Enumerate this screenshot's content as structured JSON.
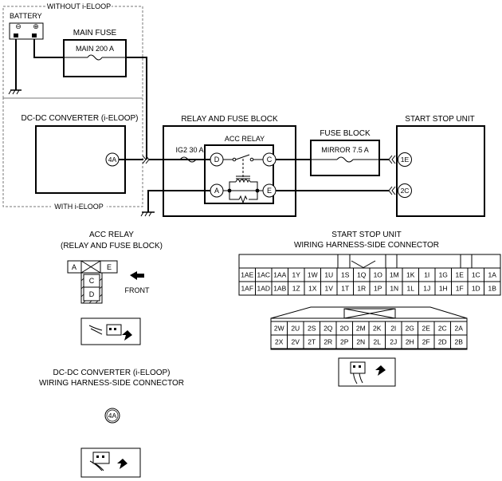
{
  "groups": {
    "without_ieloop": "WITHOUT i-ELOOP",
    "with_ieloop": "WITH i-ELOOP"
  },
  "battery": {
    "label": "BATTERY",
    "neg": "⊖",
    "pos": "⊕"
  },
  "main_fuse": {
    "title": "MAIN FUSE",
    "inner": "MAIN 200 A"
  },
  "dcdc": {
    "title": "DC-DC CONVERTER (i-ELOOP)",
    "terminal": "4A"
  },
  "relay_block": {
    "title": "RELAY AND FUSE BLOCK",
    "fuse": "IG2 30 A",
    "relay": "ACC RELAY",
    "terms": {
      "d": "D",
      "c": "C",
      "a": "A",
      "e": "E"
    }
  },
  "fuse_block": {
    "title": "FUSE BLOCK",
    "inner": "MIRROR 7.5 A"
  },
  "start_stop": {
    "title": "START STOP UNIT",
    "t1": "1E",
    "t2": "2C"
  },
  "acc_connector": {
    "title1": "ACC RELAY",
    "title2": "(RELAY AND FUSE BLOCK)",
    "pins": {
      "a": "A",
      "e": "E",
      "c": "C",
      "d": "D"
    },
    "front": "FRONT"
  },
  "ssu_connector": {
    "title1": "START STOP UNIT",
    "title2": "WIRING HARNESS-SIDE CONNECTOR",
    "row1": [
      "1AE",
      "1AC",
      "1AA",
      "1Y",
      "1W",
      "1U",
      "1S",
      "1Q",
      "1O",
      "1M",
      "1K",
      "1I",
      "1G",
      "1E",
      "1C",
      "1A"
    ],
    "row2": [
      "1AF",
      "1AD",
      "1AB",
      "1Z",
      "1X",
      "1V",
      "1T",
      "1R",
      "1P",
      "1N",
      "1L",
      "1J",
      "1H",
      "1F",
      "1D",
      "1B"
    ],
    "row3": [
      "2W",
      "2U",
      "2S",
      "2Q",
      "2O",
      "2M",
      "2K",
      "2I",
      "2G",
      "2E",
      "2C",
      "2A"
    ],
    "row4": [
      "2X",
      "2V",
      "2T",
      "2R",
      "2P",
      "2N",
      "2L",
      "2J",
      "2H",
      "2F",
      "2D",
      "2B"
    ]
  },
  "dcdc_connector": {
    "title1": "DC-DC CONVERTER (i-ELOOP)",
    "title2": "WIRING HARNESS-SIDE CONNECTOR",
    "terminal": "4A"
  }
}
